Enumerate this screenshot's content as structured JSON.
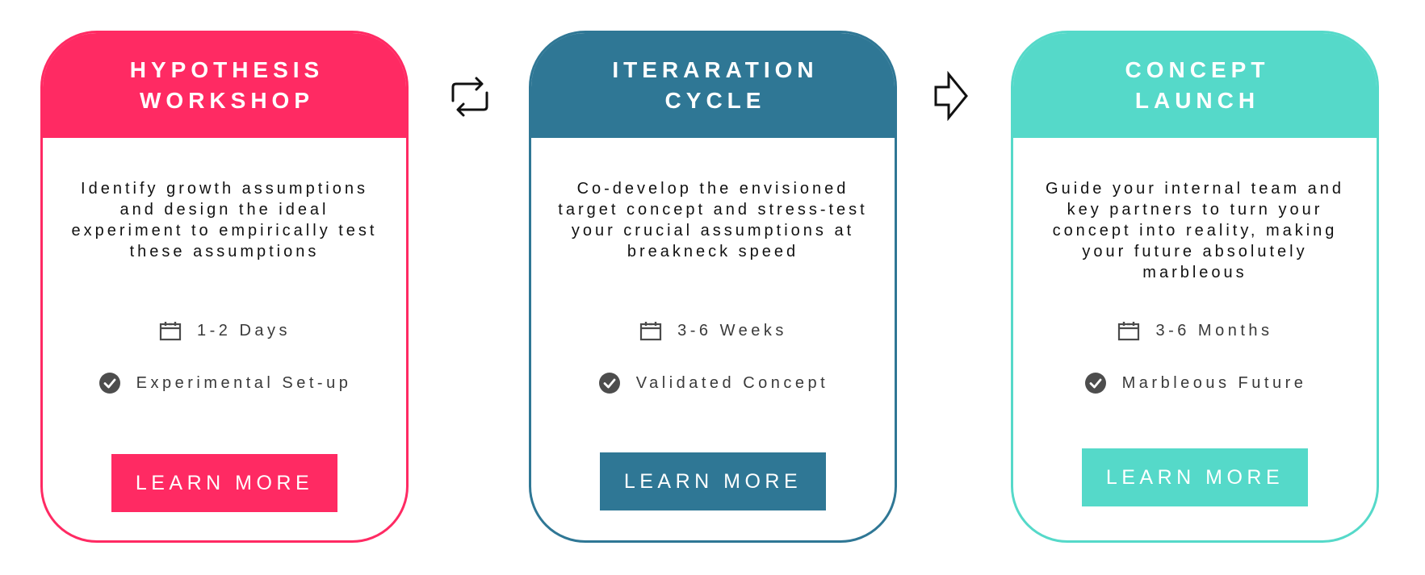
{
  "colors": {
    "workshop": "#ff2a63",
    "iteration": "#2f7795",
    "launch": "#55d9c9"
  },
  "connectors": {
    "first": {
      "icon": "repeat-icon"
    },
    "second": {
      "icon": "right-arrow-icon"
    }
  },
  "cards": [
    {
      "title_line1": "HYPOTHESIS",
      "title_line2": "WORKSHOP",
      "description": "Identify growth assumptions and design the ideal experiment to empirically test these assumptions",
      "duration": "1-2 Days",
      "outcome": "Experimental Set-up",
      "button_label": "LEARN MORE",
      "duration_icon": "calendar-icon",
      "outcome_icon": "check-circle-icon"
    },
    {
      "title_line1": "ITERARATION",
      "title_line2": "CYCLE",
      "description": "Co-develop the envisioned target concept and stress-test your crucial assumptions at breakneck speed",
      "duration": "3-6 Weeks",
      "outcome": "Validated Concept",
      "button_label": "LEARN MORE",
      "duration_icon": "calendar-icon",
      "outcome_icon": "check-circle-icon"
    },
    {
      "title_line1": "CONCEPT",
      "title_line2": "LAUNCH",
      "description": "Guide your internal team and key partners to turn your concept into reality, making your future absolutely marbleous",
      "duration": "3-6 Months",
      "outcome": "Marbleous Future",
      "button_label": "LEARN MORE",
      "duration_icon": "calendar-icon",
      "outcome_icon": "check-circle-icon"
    }
  ]
}
